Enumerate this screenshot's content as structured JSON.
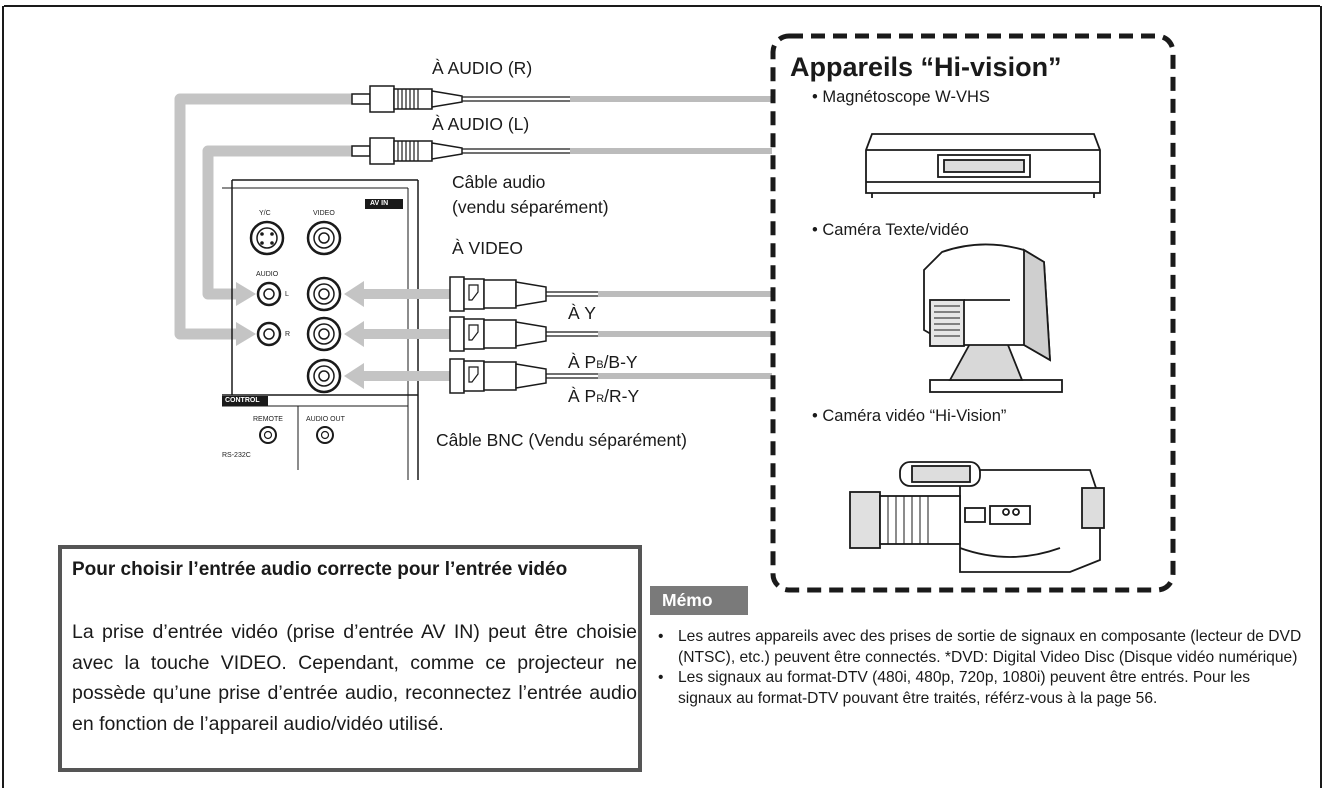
{
  "connections": {
    "audio_r": "À AUDIO (R)",
    "audio_l": "À AUDIO (L)",
    "audio_cable_line1": "Câble audio",
    "audio_cable_line2": "(vendu séparément)",
    "video": "À VIDEO",
    "y": "À Y",
    "pb_prefix": "À P",
    "pb_sub": "B",
    "pb_suffix": "/B-Y",
    "pr_prefix": "À P",
    "pr_sub": "R",
    "pr_suffix": "/R-Y",
    "bnc_cable": "Câble BNC (Vendu séparément)"
  },
  "panel": {
    "av_in": "AV IN",
    "yc": "Y/C",
    "video": "VIDEO",
    "audio": "AUDIO",
    "l": "L",
    "r": "R",
    "control": "CONTROL",
    "remote": "REMOTE",
    "audio_out": "AUDIO OUT",
    "rs232c": "RS-232C"
  },
  "devices": {
    "title": "Appareils “Hi-vision”",
    "items": [
      {
        "label": "• Magnétoscope W-VHS",
        "icon": "vcr-icon"
      },
      {
        "label": "• Caméra Texte/vidéo",
        "icon": "document-camera-icon"
      },
      {
        "label": "•  Caméra vidéo “Hi-Vision”",
        "icon": "video-camera-icon"
      }
    ]
  },
  "note": {
    "title": "Pour choisir l’entrée audio correcte pour l’entrée vidéo",
    "body": "La prise d’entrée vidéo (prise d’entrée AV IN) peut être choisie avec la touche VIDEO. Cependant, comme ce projecteur ne possède qu’une prise d’entrée audio, reconnectez l’entrée audio en fonction de l’appareil audio/vidéo utilisé."
  },
  "memo": {
    "label": "Mémo",
    "items": [
      "Les autres appareils avec des prises de sortie de signaux en composante (lecteur de DVD (NTSC), etc.) peuvent être connectés. *DVD: Digital Video Disc (Disque vidéo numérique)",
      "Les signaux au format-DTV (480i, 480p, 720p, 1080i) peuvent être entrés. Pour les signaux au format-DTV pouvant être traités, référz-vous à la page 56."
    ]
  },
  "colors": {
    "cable": "#bcbcbc",
    "frame": "#1a1a1a",
    "memo_bg": "#7a7a7a",
    "note_border": "#555555"
  }
}
